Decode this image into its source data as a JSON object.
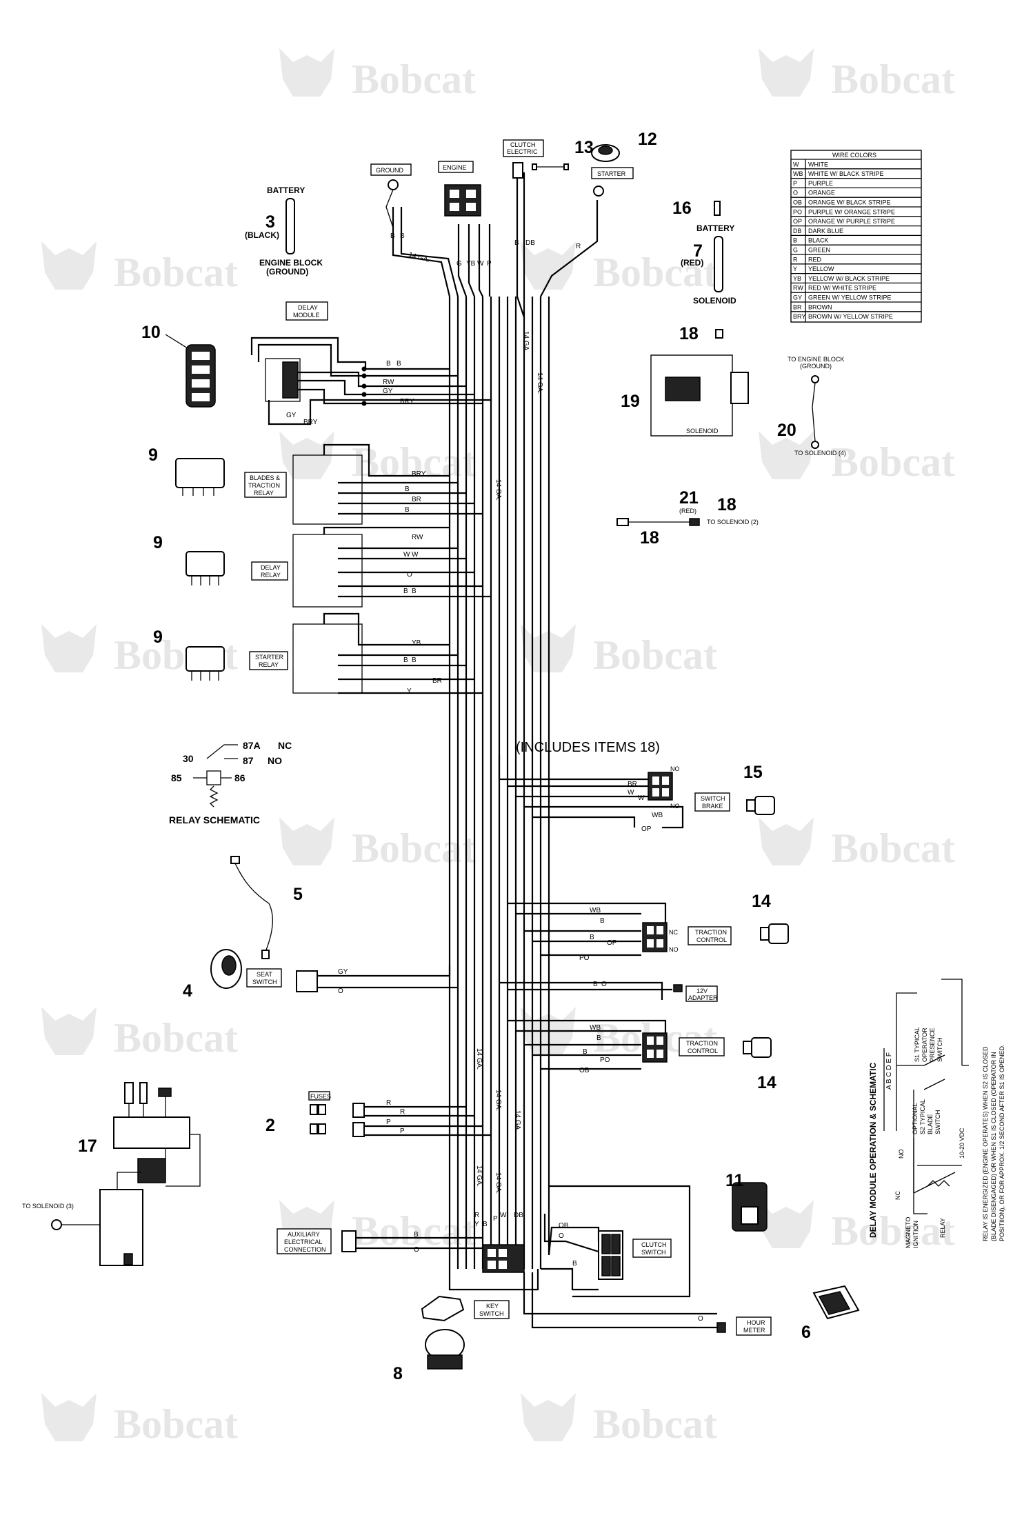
{
  "watermark": {
    "brand": "Bobcat"
  },
  "callouts": {
    "c1": "12",
    "c2": "13",
    "c3": "3",
    "c4": "16",
    "c5": "7",
    "c6": "10",
    "c7": "18",
    "c8": "19",
    "c9": "20",
    "c10": "9",
    "c11": "9",
    "c12": "9",
    "c13": "21",
    "c14": "18",
    "c15": "18",
    "c16": "15",
    "c17": "5",
    "c18": "14",
    "c19": "4",
    "c20": "14",
    "c21": "2",
    "c22": "17",
    "c23": "11",
    "c24": "6",
    "c25": "8"
  },
  "labels": {
    "battery_top": "BATTERY",
    "black": "(BLACK)",
    "engine_block": "ENGINE BLOCK",
    "ground_paren": "(GROUND)",
    "ground_box": "GROUND",
    "engine_box": "ENGINE",
    "clutch_electric_1": "CLUTCH",
    "clutch_electric_2": "ELECTRIC",
    "starter_box": "STARTER",
    "battery_right": "BATTERY",
    "red": "(RED)",
    "solenoid": "SOLENOID",
    "delay_module_1": "DELAY",
    "delay_module_2": "MODULE",
    "solenoid_box": "SOLENOID",
    "to_engine_block_1": "TO ENGINE BLOCK",
    "to_engine_block_2": "(GROUND)",
    "to_solenoid_4": "TO SOLENOID (4)",
    "blades_relay_1": "BLADES &",
    "blades_relay_2": "TRACTION",
    "blades_relay_3": "RELAY",
    "red_small": "(RED)",
    "to_solenoid_2": "TO SOLENOID (2)",
    "delay_relay_1": "DELAY",
    "delay_relay_2": "RELAY",
    "starter_relay_1": "STARTER",
    "starter_relay_2": "RELAY",
    "includes_items": "(INCLUDES ITEMS 18)",
    "switch_brake_1": "SWITCH",
    "switch_brake_2": "BRAKE",
    "traction_control_1": "TRACTION",
    "traction_control_2": "CONTROL",
    "adapter_12v_1": "12V",
    "adapter_12v_2": "ADAPTER",
    "seat_switch_1": "SEAT",
    "seat_switch_2": "SWITCH",
    "fuses": "FUSES",
    "to_solenoid_3": "TO SOLENOID (3)",
    "aux_1": "AUXILIARY",
    "aux_2": "ELECTRICAL",
    "aux_3": "CONNECTION",
    "clutch_switch_1": "CLUTCH",
    "clutch_switch_2": "SWITCH",
    "key_switch_1": "KEY",
    "key_switch_2": "SWITCH",
    "hour_meter_1": "HOUR",
    "hour_meter_2": "METER",
    "ga14": "14 GA.",
    "nc": "NC",
    "no": "NO"
  },
  "relay_schematic": {
    "t30": "30",
    "t87a": "87A",
    "nc": "NC",
    "t87": "87",
    "no": "NO",
    "t85": "85",
    "t86": "86",
    "title": "RELAY SCHEMATIC"
  },
  "wire_colors": {
    "title": "WIRE COLORS",
    "rows": [
      {
        "code": "W",
        "name": "WHITE"
      },
      {
        "code": "WB",
        "name": "WHITE W/ BLACK STRIPE"
      },
      {
        "code": "P",
        "name": "PURPLE"
      },
      {
        "code": "O",
        "name": "ORANGE"
      },
      {
        "code": "OB",
        "name": "ORANGE W/ BLACK STRIPE"
      },
      {
        "code": "PO",
        "name": "PURPLE W/ ORANGE STRIPE"
      },
      {
        "code": "OP",
        "name": "ORANGE W/ PURPLE STRIPE"
      },
      {
        "code": "DB",
        "name": "DARK BLUE"
      },
      {
        "code": "B",
        "name": "BLACK"
      },
      {
        "code": "G",
        "name": "GREEN"
      },
      {
        "code": "R",
        "name": "RED"
      },
      {
        "code": "Y",
        "name": "YELLOW"
      },
      {
        "code": "YB",
        "name": "YELLOW W/ BLACK STRIPE"
      },
      {
        "code": "RW",
        "name": "RED W/ WHITE STRIPE"
      },
      {
        "code": "GY",
        "name": "GREEN W/ YELLOW STRIPE"
      },
      {
        "code": "BR",
        "name": "BROWN"
      },
      {
        "code": "BRY",
        "name": "BROWN W/ YELLOW STRIPE"
      }
    ]
  },
  "delay_schematic": {
    "title": "DELAY MODULE OPERATION & SCHEMATIC",
    "pins": "A B C D E F",
    "s1_1": "S1 TYPICAL",
    "s1_2": "OPERATOR",
    "s1_3": "PRESENCE",
    "s1_4": "SWITCH",
    "s2_1": "OPTIONAL",
    "s2_2": "S2 TYPICAL",
    "s2_3": "BLADE",
    "s2_4": "SWITCH",
    "no": "NO",
    "nc": "NC",
    "vdc": "10-20 VDC",
    "relay": "RELAY",
    "magneto_1": "MAGNETO",
    "magneto_2": "IGNITION",
    "note_1": "RELAY IS ENERGIZED (ENGINE OPERATES) WHEN S2 IS CLOSED",
    "note_2": "(BLADE DISENGAGED) OR WHEN S1 IS CLOSED (OPERATOR IN",
    "note_3": "POSITIION), OR FOR APPROX. 1/2 SECOND AFTER S1 IS OPENED."
  },
  "wire_codes": {
    "bat_b1": "B",
    "bat_b2": "B",
    "eng_g": "G",
    "eng_yb": "YB",
    "eng_w": "W",
    "eng_p": "P",
    "cl_db": "DB",
    "cl_b": "B",
    "st_r": "R",
    "dm_b1": "B",
    "dm_b2": "B",
    "dm_rw": "RW",
    "dm_gy": "GY",
    "dm_bry": "BRY",
    "dm_gy2": "GY",
    "dm_bry2": "BRY",
    "br_bry": "BRY",
    "br_b1": "B",
    "br_br": "BR",
    "br_b2": "B",
    "dr_rw": "RW",
    "dr_w1": "W",
    "dr_w2": "W",
    "dr_o": "O",
    "dr_b1": "B",
    "dr_b2": "B",
    "sr_yb": "YB",
    "sr_b1": "B",
    "sr_b2": "B",
    "sr_br": "BR",
    "sr_y": "Y",
    "sb_br": "BR",
    "sb_w": "W",
    "sb_w2": "W",
    "sb_wb": "WB",
    "sb_op": "OP",
    "tc_wb": "WB",
    "tc_b": "B",
    "tc_b2": "B",
    "tc_op": "OP",
    "tc_po": "PO",
    "ad_b": "B",
    "ad_o": "O",
    "tc2_wb": "WB",
    "tc2_b": "B",
    "tc2_b2": "B",
    "tc2_po": "PO",
    "tc2_ob": "OB",
    "ss_gy": "GY",
    "ss_o": "O",
    "fu_r1": "R",
    "fu_r2": "R",
    "fu_p1": "P",
    "fu_p2": "P",
    "ks_r": "R",
    "ks_y": "Y",
    "ks_b": "B",
    "ks_p": "P",
    "ks_w": "W",
    "ks_db": "DB",
    "cs_ob": "OB",
    "cs_o": "O",
    "cs_b": "B",
    "aux_b": "B",
    "aux_o": "O",
    "hm_o": "O"
  }
}
